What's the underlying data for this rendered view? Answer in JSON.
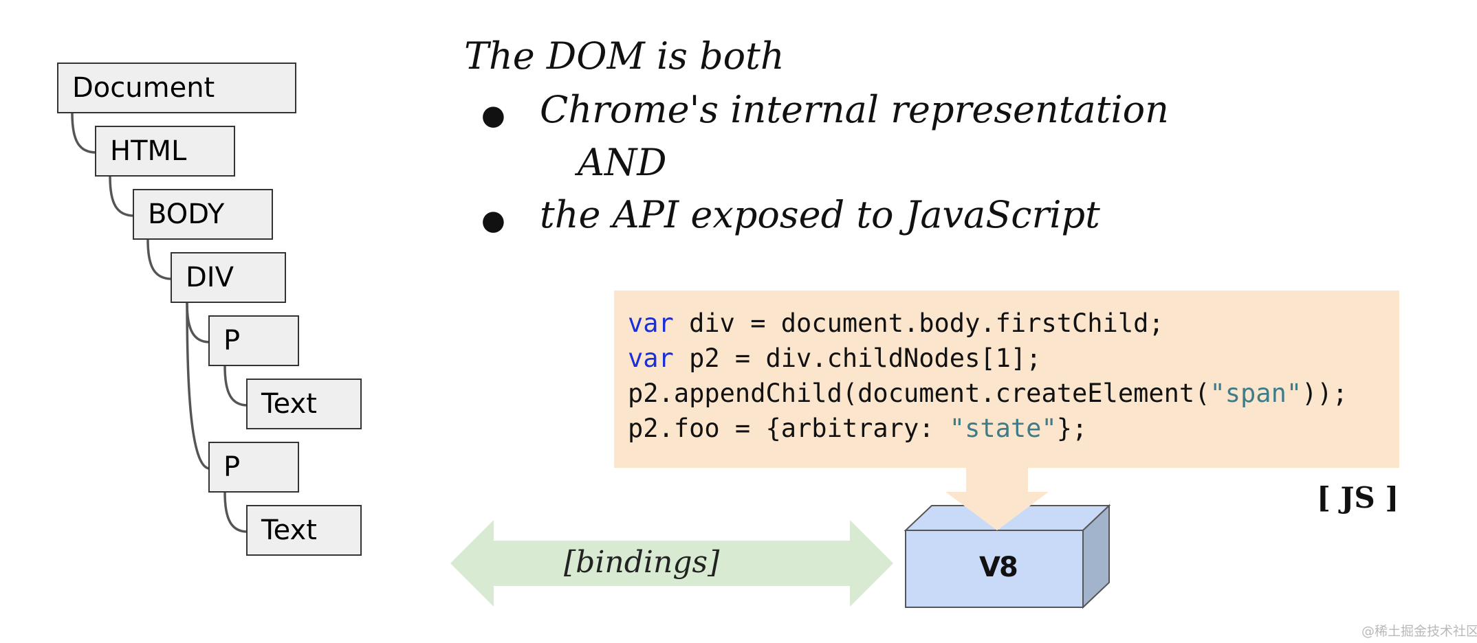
{
  "tree": {
    "nodes": {
      "document": "Document",
      "html": "HTML",
      "body": "BODY",
      "div": "DIV",
      "p1": "P",
      "text1": "Text",
      "p2": "P",
      "text2": "Text"
    }
  },
  "heading": "The DOM is both",
  "bullets": {
    "marker": "●",
    "first": "Chrome's internal representation",
    "connector": "AND",
    "second": "the API exposed to JavaScript"
  },
  "code": {
    "line1": {
      "kw": "var",
      "rest": " div = document.body.firstChild;"
    },
    "line2": {
      "kw": "var",
      "rest": " p2 = div.childNodes[1];"
    },
    "line3": {
      "pre": "p2.appendChild(document.createElement(",
      "str": "\"span\"",
      "post": "));"
    },
    "line4": {
      "pre": "p2.foo = {arbitrary: ",
      "str": "\"state\"",
      "post": "};"
    }
  },
  "js_label": "[ JS ]",
  "bindings_label": "[bindings]",
  "v8_label": "V8",
  "watermark": "@稀土掘金技术社区",
  "colors": {
    "code_bg": "#fbe5cd",
    "keyword": "#1a2fd6",
    "string": "#3f7c87",
    "bindings_arrow": "#d9ead3",
    "v8_box": "#c9daf8",
    "node_bg": "#efefef"
  }
}
